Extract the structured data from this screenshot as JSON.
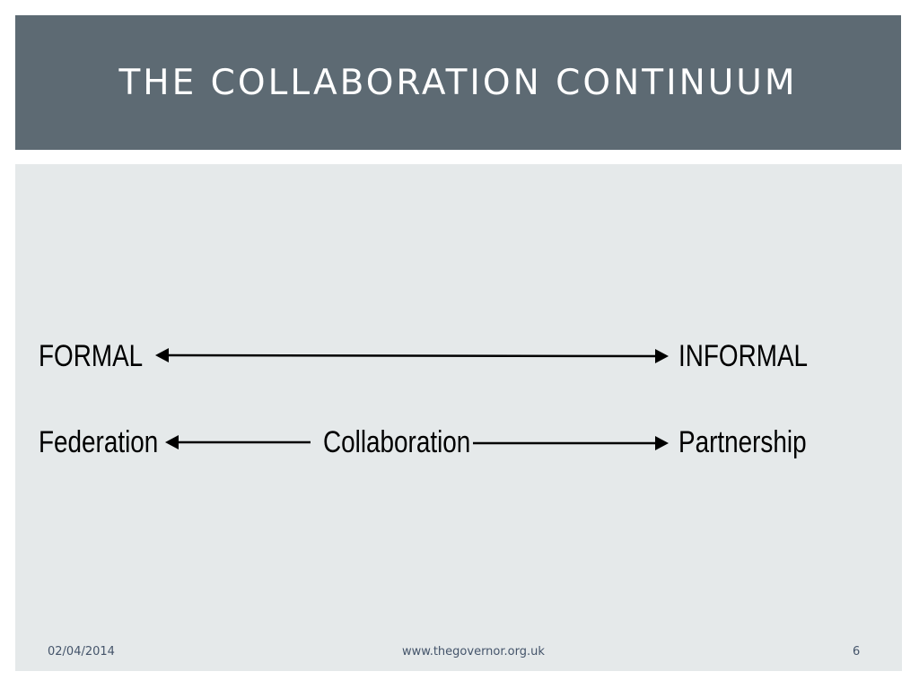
{
  "slide": {
    "title": "THE COLLABORATION CONTINUUM",
    "rows": [
      {
        "left": "FORMAL",
        "right": "INFORMAL"
      },
      {
        "left": "Federation",
        "middle": "Collaboration",
        "right": "Partnership"
      }
    ],
    "footer": {
      "date": "02/04/2014",
      "url": "www.thegovernor.org.uk",
      "page_number": "6"
    }
  },
  "colors": {
    "title_bar": "#5d6a73",
    "content_background": "#e5e9ea",
    "title_text": "#ffffff",
    "body_text": "#000000",
    "footer_text": "#44546a"
  }
}
